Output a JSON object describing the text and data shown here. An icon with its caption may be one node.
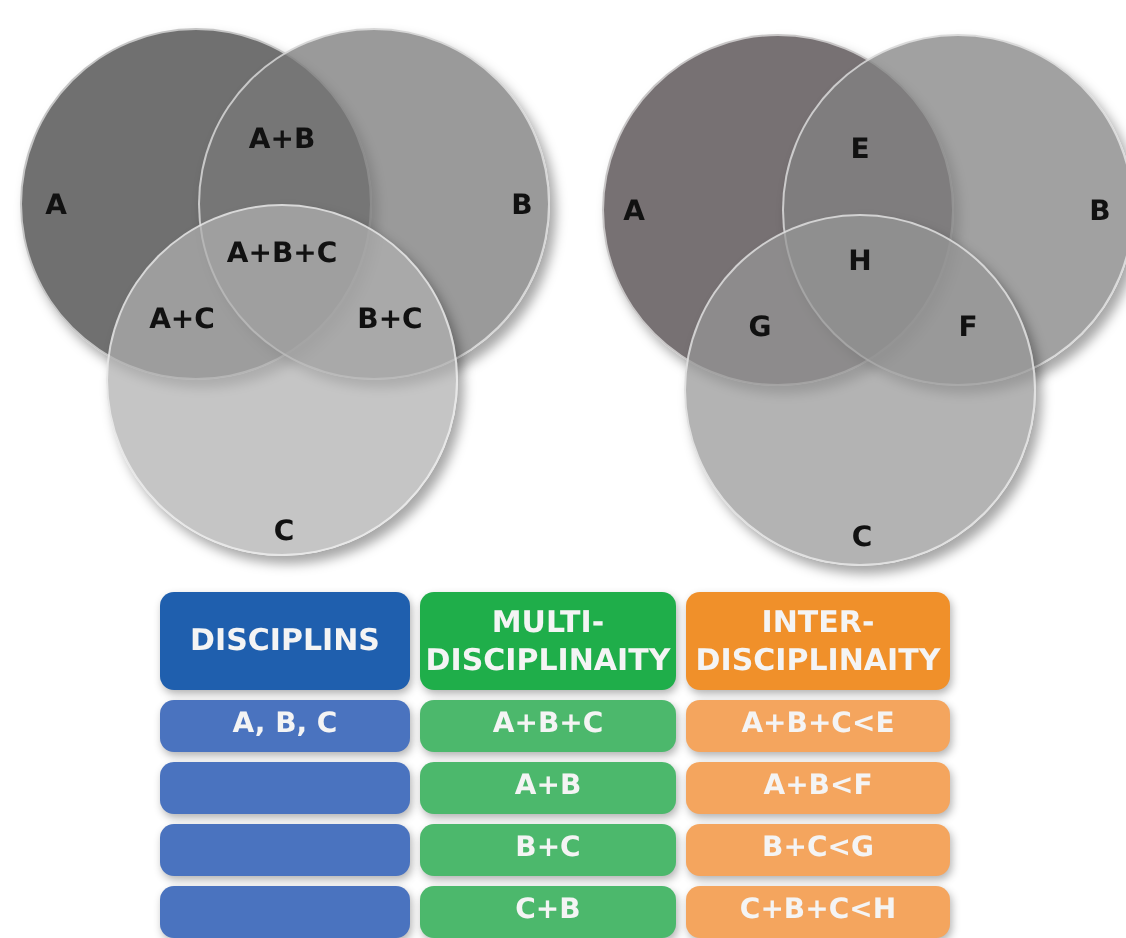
{
  "diagram": {
    "nodes": [
      {
        "text": [
          "A"
        ]
      },
      {
        "text": [
          "B"
        ]
      },
      {
        "text": [
          "C"
        ]
      },
      {
        "text": [
          "A"
        ]
      },
      {
        "text": [
          "B"
        ]
      },
      {
        "text": [
          "C"
        ]
      }
    ],
    "labels": [
      "A+B",
      "A+B+C",
      "A+C",
      "B+C",
      "E",
      "H",
      "G",
      "F",
      "DISCIPLINS",
      "MULTI- DISCIPLINAITY",
      "INTER- DISCIPLINAITY",
      "A, B, C",
      "A+B+C",
      "A+B+C<E",
      "A+B",
      "A+B<F",
      "B+C",
      "B+C<G",
      "C+B",
      "C+B+C<H"
    ]
  }
}
